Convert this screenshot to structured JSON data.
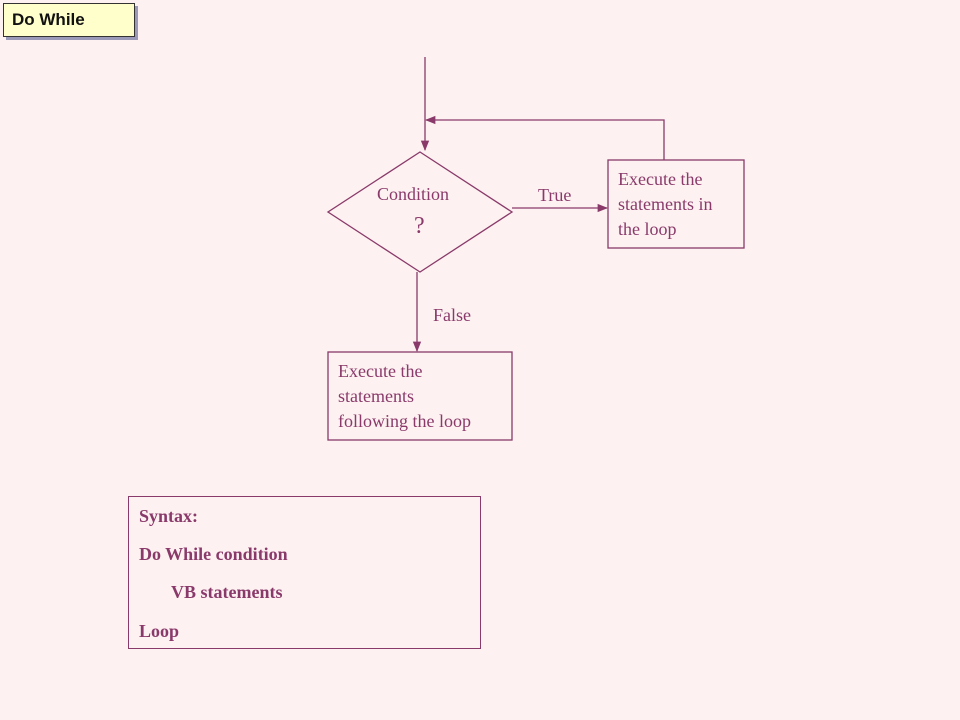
{
  "title": "Do While",
  "flowchart": {
    "condition_label": "Condition",
    "condition_mark": "?",
    "true_label": "True",
    "false_label": "False",
    "loop_box": [
      "Execute the",
      "statements in",
      "the loop"
    ],
    "after_box": [
      "Execute the",
      "statements",
      "following the loop"
    ]
  },
  "syntax": {
    "heading": "Syntax:",
    "lines": [
      "Do While condition",
      "VB statements",
      "Loop"
    ]
  },
  "colors": {
    "background": "#fdf1f1",
    "accent": "#8a3a6a",
    "title_bg": "#ffffcc"
  }
}
